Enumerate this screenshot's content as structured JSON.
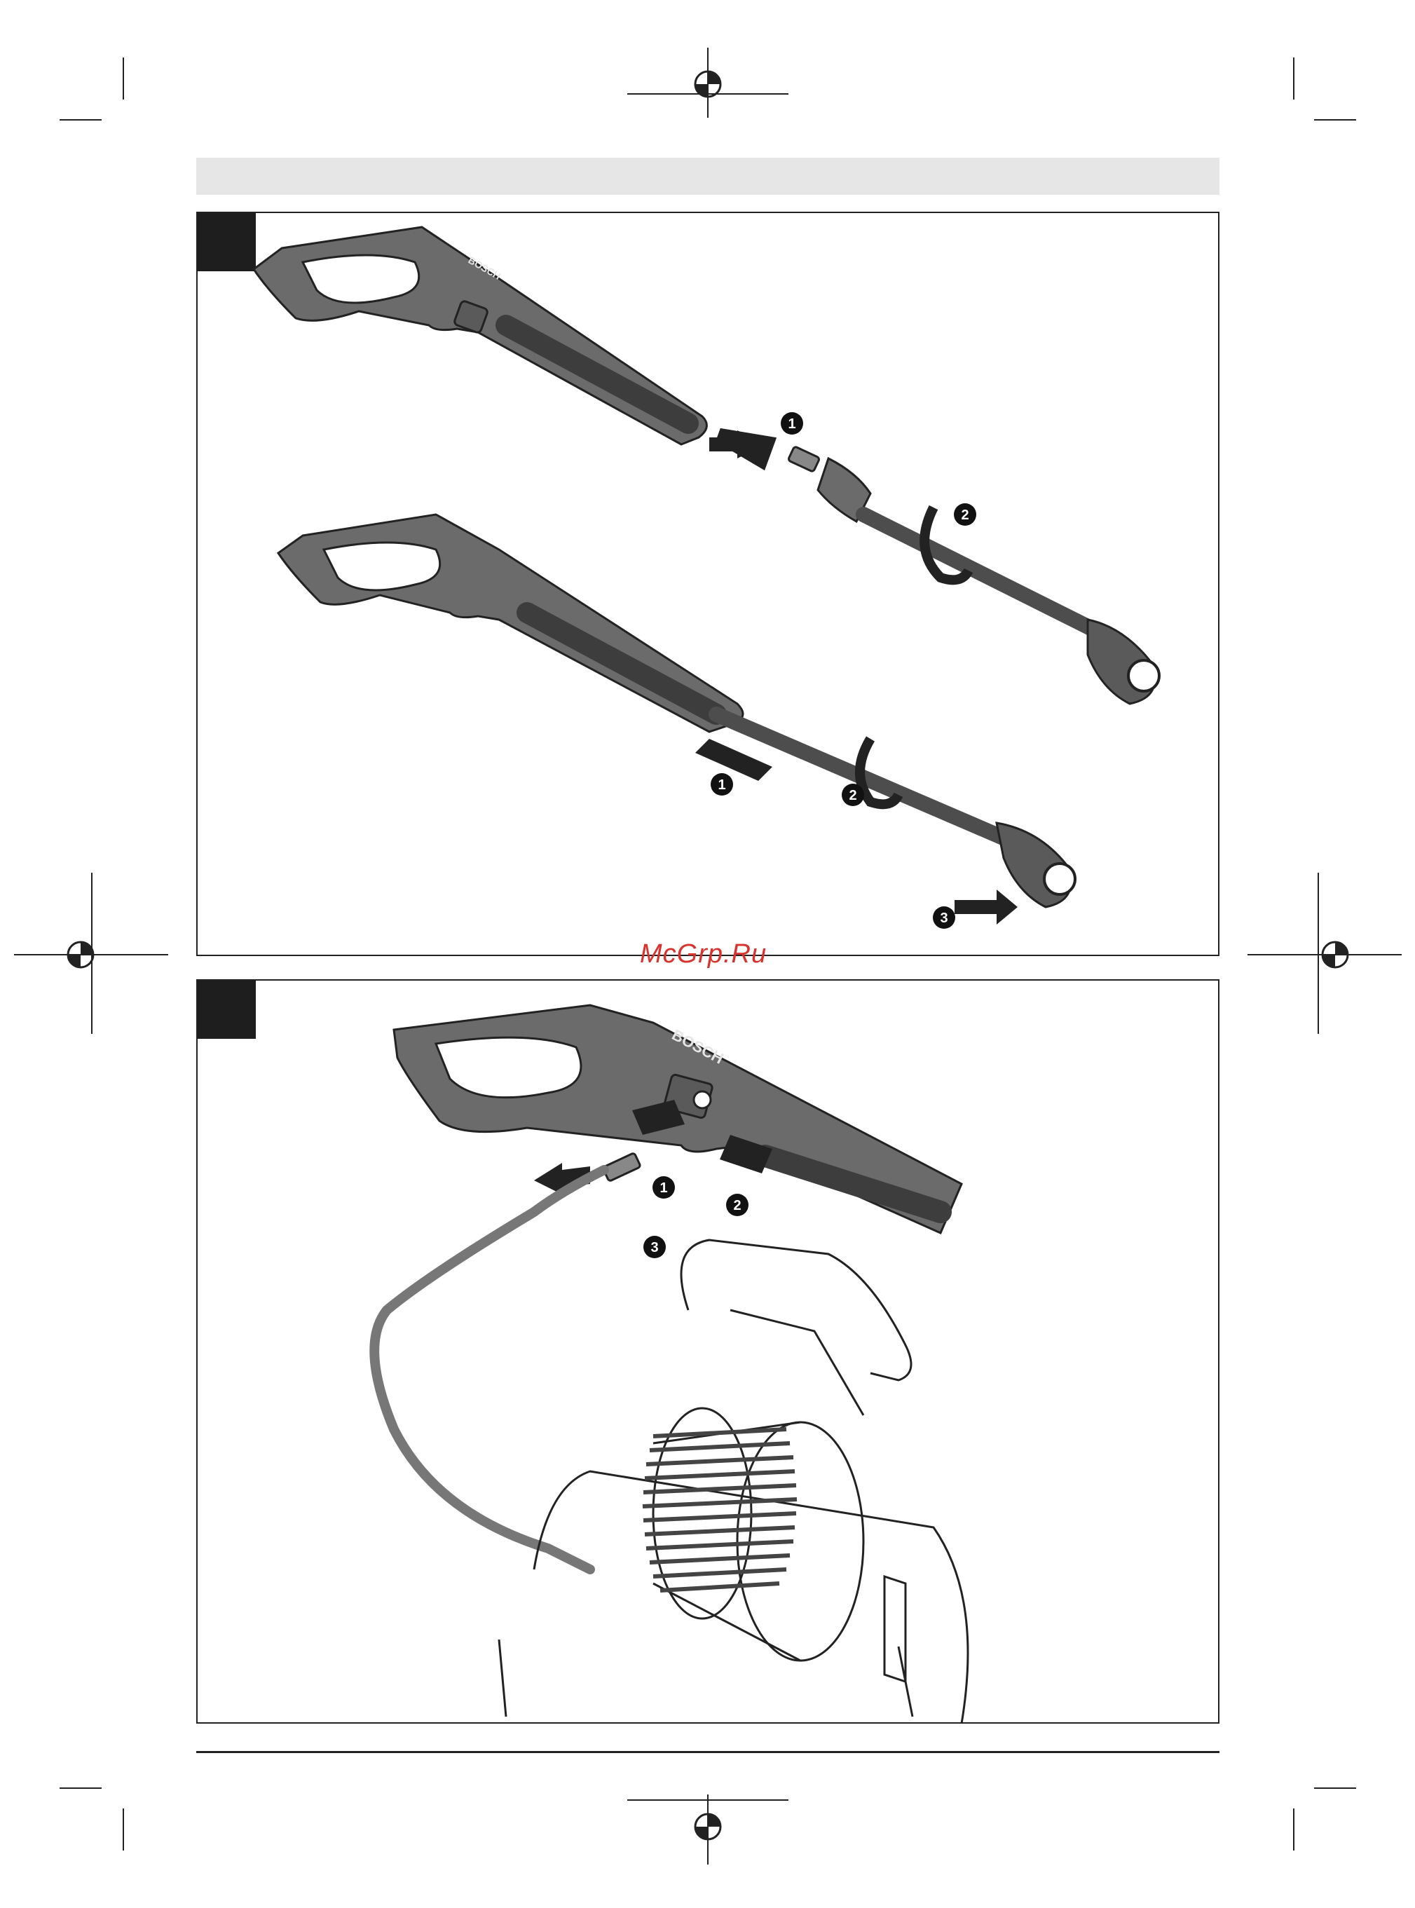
{
  "watermark": "McGrp.Ru",
  "brand_mark": "BOSCH",
  "figure_a": {
    "step_badges": [
      "1",
      "2",
      "1",
      "2",
      "3"
    ]
  },
  "figure_b": {
    "step_badges": [
      "1",
      "2",
      "3"
    ]
  },
  "icons": {
    "registration_mark": "crosshair-registration-icon",
    "push_arrow": "push-arrow-icon",
    "twist_arrow": "rotate-arrow-icon"
  },
  "colors": {
    "ink": "#222222",
    "gun_body": "#6b6b6b",
    "gun_dark": "#3d3d3d",
    "header_band": "#e6e6e6",
    "watermark": "#d9322c"
  },
  "footer": ""
}
